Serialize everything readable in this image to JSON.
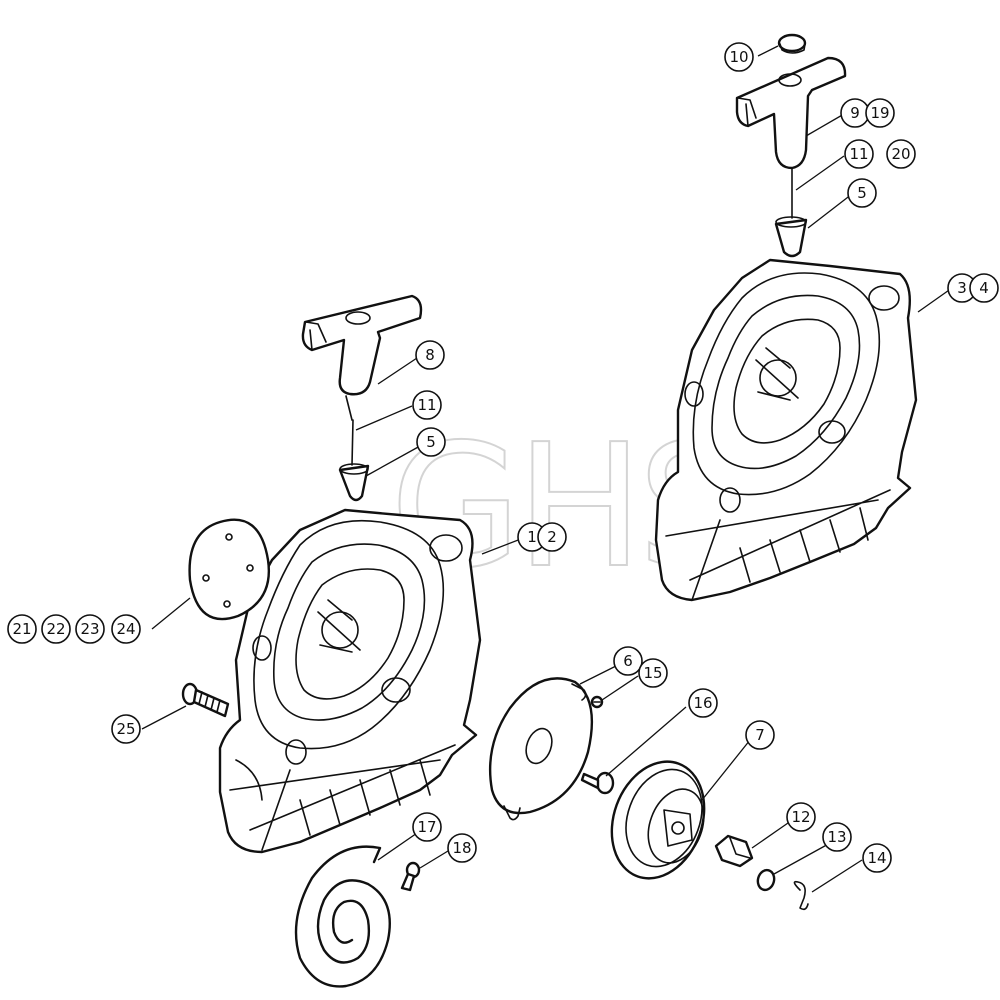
{
  "watermark": "GHS",
  "callouts": {
    "c1": "1",
    "c2": "2",
    "c3": "3",
    "c4": "4",
    "c5a": "5",
    "c5b": "5",
    "c6": "6",
    "c7": "7",
    "c8": "8",
    "c9": "9",
    "c10": "10",
    "c11a": "11",
    "c11b": "11",
    "c12": "12",
    "c13": "13",
    "c14": "14",
    "c15": "15",
    "c16": "16",
    "c17": "17",
    "c18": "18",
    "c19": "19",
    "c20": "20",
    "c21": "21",
    "c22": "22",
    "c23": "23",
    "c24": "24",
    "c25": "25"
  }
}
